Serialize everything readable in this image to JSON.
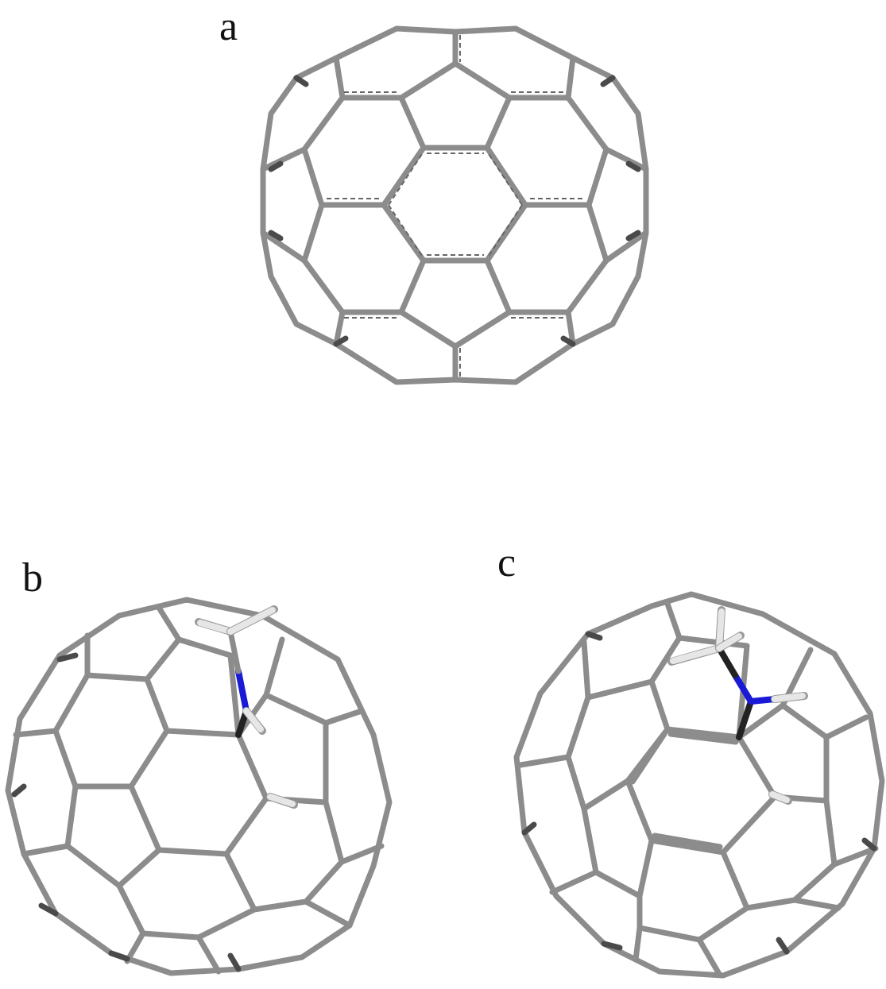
{
  "figure": {
    "panels": [
      {
        "label": "a"
      },
      {
        "label": "b"
      },
      {
        "label": "c"
      }
    ],
    "colors": {
      "carbon_bond": "#8c8c8c",
      "nitrogen": "#1a1ad6",
      "hydrogen": "#e6e6e6",
      "background": "#ffffff"
    }
  }
}
